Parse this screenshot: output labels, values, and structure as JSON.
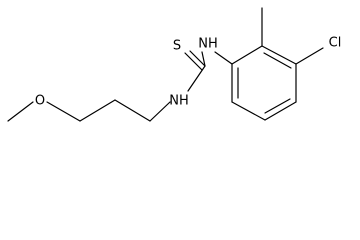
{
  "molecule": {
    "atoms": {
      "sulfur": "S",
      "nh_aryl": "NH",
      "nh_alkyl": "NH",
      "chlorine": "Cl",
      "oxygen": "O"
    }
  }
}
